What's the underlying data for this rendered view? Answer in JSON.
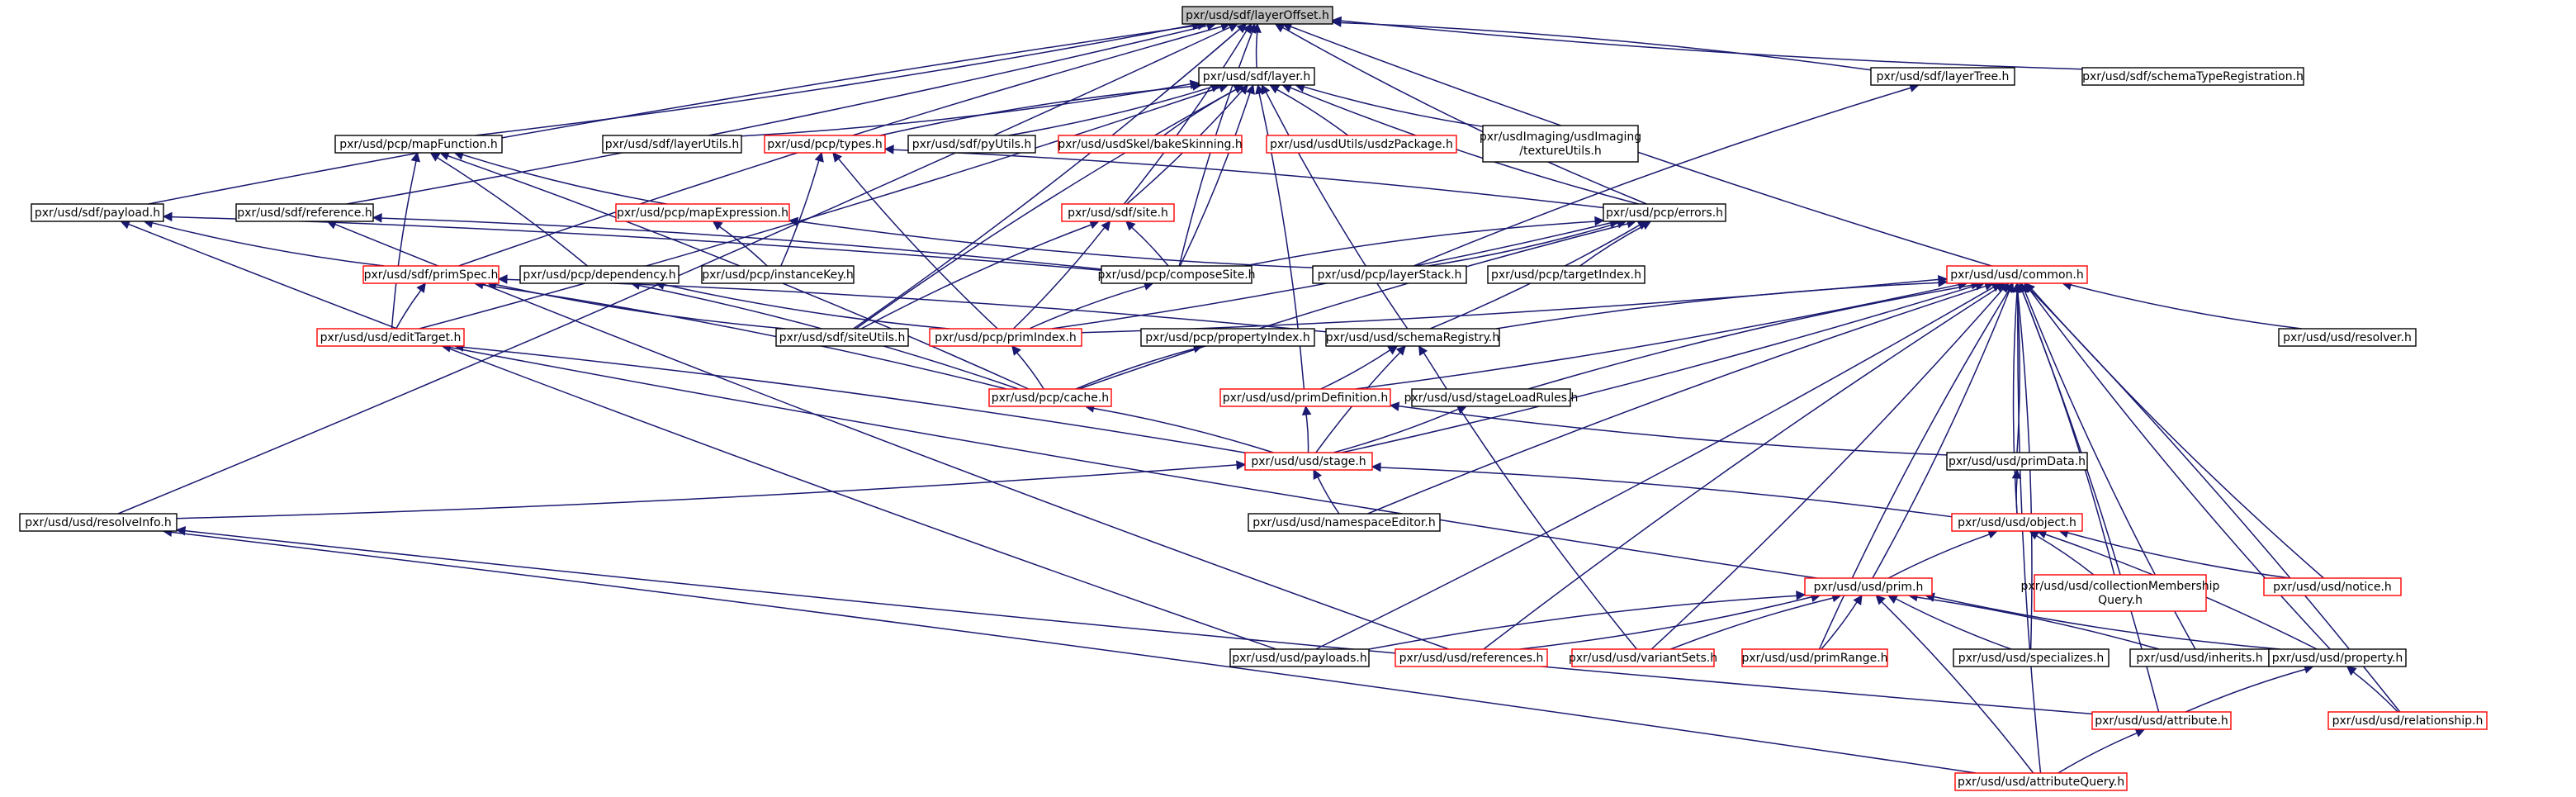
{
  "nodes": [
    {
      "id": "layerOffset",
      "lines": [
        "pxr/usd/sdf/layerOffset.h"
      ],
      "style": "root"
    },
    {
      "id": "layer",
      "lines": [
        "pxr/usd/sdf/layer.h"
      ],
      "style": "black"
    },
    {
      "id": "layerTree",
      "lines": [
        "pxr/usd/sdf/layerTree.h"
      ],
      "style": "black"
    },
    {
      "id": "schemaTypeReg",
      "lines": [
        "pxr/usd/sdf/schemaTypeRegistration.h"
      ],
      "style": "black"
    },
    {
      "id": "mapFunction",
      "lines": [
        "pxr/usd/pcp/mapFunction.h"
      ],
      "style": "black"
    },
    {
      "id": "layerUtils",
      "lines": [
        "pxr/usd/sdf/layerUtils.h"
      ],
      "style": "black"
    },
    {
      "id": "pcpTypes",
      "lines": [
        "pxr/usd/pcp/types.h"
      ],
      "style": "red"
    },
    {
      "id": "pyUtils",
      "lines": [
        "pxr/usd/sdf/pyUtils.h"
      ],
      "style": "black"
    },
    {
      "id": "bakeSkinning",
      "lines": [
        "pxr/usd/usdSkel/bakeSkinning.h"
      ],
      "style": "red"
    },
    {
      "id": "usdzPackage",
      "lines": [
        "pxr/usd/usdUtils/usdzPackage.h"
      ],
      "style": "red"
    },
    {
      "id": "textureUtils",
      "lines": [
        "pxr/usdImaging/usdImaging",
        "/textureUtils.h"
      ],
      "style": "black"
    },
    {
      "id": "payload",
      "lines": [
        "pxr/usd/sdf/payload.h"
      ],
      "style": "black"
    },
    {
      "id": "reference",
      "lines": [
        "pxr/usd/sdf/reference.h"
      ],
      "style": "black"
    },
    {
      "id": "mapExpression",
      "lines": [
        "pxr/usd/pcp/mapExpression.h"
      ],
      "style": "red"
    },
    {
      "id": "site",
      "lines": [
        "pxr/usd/sdf/site.h"
      ],
      "style": "red"
    },
    {
      "id": "errors",
      "lines": [
        "pxr/usd/pcp/errors.h"
      ],
      "style": "black"
    },
    {
      "id": "primSpec",
      "lines": [
        "pxr/usd/sdf/primSpec.h"
      ],
      "style": "red"
    },
    {
      "id": "instanceKey",
      "lines": [
        "pxr/usd/pcp/instanceKey.h"
      ],
      "style": "black"
    },
    {
      "id": "composeSite",
      "lines": [
        "pxr/usd/pcp/composeSite.h"
      ],
      "style": "black"
    },
    {
      "id": "layerStack",
      "lines": [
        "pxr/usd/pcp/layerStack.h"
      ],
      "style": "black"
    },
    {
      "id": "targetIndex",
      "lines": [
        "pxr/usd/pcp/targetIndex.h"
      ],
      "style": "black"
    },
    {
      "id": "common",
      "lines": [
        "pxr/usd/usd/common.h"
      ],
      "style": "red"
    },
    {
      "id": "dependency",
      "lines": [
        "pxr/usd/pcp/dependency.h"
      ],
      "style": "black"
    },
    {
      "id": "editTarget",
      "lines": [
        "pxr/usd/usd/editTarget.h"
      ],
      "style": "red"
    },
    {
      "id": "siteUtils",
      "lines": [
        "pxr/usd/sdf/siteUtils.h"
      ],
      "style": "black"
    },
    {
      "id": "primIndex",
      "lines": [
        "pxr/usd/pcp/primIndex.h"
      ],
      "style": "red"
    },
    {
      "id": "propertyIndex",
      "lines": [
        "pxr/usd/pcp/propertyIndex.h"
      ],
      "style": "black"
    },
    {
      "id": "schemaRegistry",
      "lines": [
        "pxr/usd/usd/schemaRegistry.h"
      ],
      "style": "black"
    },
    {
      "id": "resolver",
      "lines": [
        "pxr/usd/usd/resolver.h"
      ],
      "style": "black"
    },
    {
      "id": "cache",
      "lines": [
        "pxr/usd/pcp/cache.h"
      ],
      "style": "red"
    },
    {
      "id": "primDefinition",
      "lines": [
        "pxr/usd/usd/primDefinition.h"
      ],
      "style": "red"
    },
    {
      "id": "stageLoadRules",
      "lines": [
        "pxr/usd/usd/stageLoadRules.h"
      ],
      "style": "black"
    },
    {
      "id": "primData",
      "lines": [
        "pxr/usd/usd/primData.h"
      ],
      "style": "black"
    },
    {
      "id": "stage",
      "lines": [
        "pxr/usd/usd/stage.h"
      ],
      "style": "red"
    },
    {
      "id": "resolveInfo",
      "lines": [
        "pxr/usd/usd/resolveInfo.h"
      ],
      "style": "black"
    },
    {
      "id": "namespaceEditor",
      "lines": [
        "pxr/usd/usd/namespaceEditor.h"
      ],
      "style": "black"
    },
    {
      "id": "object",
      "lines": [
        "pxr/usd/usd/object.h"
      ],
      "style": "red"
    },
    {
      "id": "collectionMembershipQuery",
      "lines": [
        "pxr/usd/usd/collectionMembership",
        "Query.h"
      ],
      "style": "red"
    },
    {
      "id": "notice",
      "lines": [
        "pxr/usd/usd/notice.h"
      ],
      "style": "red"
    },
    {
      "id": "prim",
      "lines": [
        "pxr/usd/usd/prim.h"
      ],
      "style": "red"
    },
    {
      "id": "payloads",
      "lines": [
        "pxr/usd/usd/payloads.h"
      ],
      "style": "black"
    },
    {
      "id": "references",
      "lines": [
        "pxr/usd/usd/references.h"
      ],
      "style": "red"
    },
    {
      "id": "variantSets",
      "lines": [
        "pxr/usd/usd/variantSets.h"
      ],
      "style": "red"
    },
    {
      "id": "primRange",
      "lines": [
        "pxr/usd/usd/primRange.h"
      ],
      "style": "red"
    },
    {
      "id": "specializes",
      "lines": [
        "pxr/usd/usd/specializes.h"
      ],
      "style": "black"
    },
    {
      "id": "inherits",
      "lines": [
        "pxr/usd/usd/inherits.h"
      ],
      "style": "black"
    },
    {
      "id": "property",
      "lines": [
        "pxr/usd/usd/property.h"
      ],
      "style": "black"
    },
    {
      "id": "attribute",
      "lines": [
        "pxr/usd/usd/attribute.h"
      ],
      "style": "red"
    },
    {
      "id": "relationship",
      "lines": [
        "pxr/usd/usd/relationship.h"
      ],
      "style": "red"
    },
    {
      "id": "attributeQuery",
      "lines": [
        "pxr/usd/usd/attributeQuery.h"
      ],
      "style": "red"
    }
  ],
  "edges": [
    [
      "layer",
      "layerOffset"
    ],
    [
      "layerTree",
      "layerOffset"
    ],
    [
      "schemaTypeReg",
      "layerOffset"
    ],
    [
      "mapFunction",
      "layerOffset"
    ],
    [
      "payload",
      "layerOffset"
    ],
    [
      "reference",
      "layerOffset"
    ],
    [
      "common",
      "layerOffset"
    ],
    [
      "resolveInfo",
      "layerOffset"
    ],
    [
      "errors",
      "layerOffset"
    ],
    [
      "site",
      "layerOffset"
    ],
    [
      "composeSite",
      "layerOffset"
    ],
    [
      "siteUtils",
      "layerOffset"
    ],
    [
      "primSpec",
      "layerOffset"
    ],
    [
      "layerUtils",
      "layer"
    ],
    [
      "pcpTypes",
      "layer"
    ],
    [
      "pyUtils",
      "layer"
    ],
    [
      "bakeSkinning",
      "layer"
    ],
    [
      "usdzPackage",
      "layer"
    ],
    [
      "textureUtils",
      "layer"
    ],
    [
      "site",
      "layer"
    ],
    [
      "errors",
      "layer"
    ],
    [
      "composeSite",
      "layer"
    ],
    [
      "siteUtils",
      "layer"
    ],
    [
      "editTarget",
      "layer"
    ],
    [
      "schemaRegistry",
      "layer"
    ],
    [
      "primDefinition",
      "layer"
    ],
    [
      "layerStack",
      "layerTree"
    ],
    [
      "dependency",
      "mapFunction"
    ],
    [
      "editTarget",
      "mapFunction"
    ],
    [
      "cache",
      "mapFunction"
    ],
    [
      "mapExpression",
      "mapFunction"
    ],
    [
      "instanceKey",
      "pcpTypes"
    ],
    [
      "primIndex",
      "pcpTypes"
    ],
    [
      "errors",
      "pcpTypes"
    ],
    [
      "primSpec",
      "payload"
    ],
    [
      "composeSite",
      "payload"
    ],
    [
      "payloads",
      "payload"
    ],
    [
      "composeSite",
      "reference"
    ],
    [
      "references",
      "reference"
    ],
    [
      "instanceKey",
      "mapExpression"
    ],
    [
      "layerStack",
      "mapExpression"
    ],
    [
      "composeSite",
      "site"
    ],
    [
      "siteUtils",
      "site"
    ],
    [
      "primIndex",
      "site"
    ],
    [
      "composeSite",
      "errors"
    ],
    [
      "layerStack",
      "errors"
    ],
    [
      "targetIndex",
      "errors"
    ],
    [
      "primIndex",
      "errors"
    ],
    [
      "cache",
      "errors"
    ],
    [
      "schemaRegistry",
      "errors"
    ],
    [
      "editTarget",
      "primSpec"
    ],
    [
      "cache",
      "primSpec"
    ],
    [
      "siteUtils",
      "primSpec"
    ],
    [
      "schemaRegistry",
      "primSpec"
    ],
    [
      "primIndex",
      "composeSite"
    ],
    [
      "cache",
      "dependency"
    ],
    [
      "primIndex",
      "dependency"
    ],
    [
      "cache",
      "primIndex"
    ],
    [
      "cache",
      "propertyIndex"
    ],
    [
      "stage",
      "editTarget"
    ],
    [
      "prim",
      "editTarget"
    ],
    [
      "stage",
      "cache"
    ],
    [
      "stage",
      "schemaRegistry"
    ],
    [
      "primDefinition",
      "schemaRegistry"
    ],
    [
      "variantSets",
      "schemaRegistry"
    ],
    [
      "stage",
      "primDefinition"
    ],
    [
      "primData",
      "primDefinition"
    ],
    [
      "stage",
      "stageLoadRules"
    ],
    [
      "object",
      "primData"
    ],
    [
      "resolveInfo",
      "stage"
    ],
    [
      "namespaceEditor",
      "stage"
    ],
    [
      "object",
      "stage"
    ],
    [
      "attribute",
      "resolveInfo"
    ],
    [
      "attributeQuery",
      "resolveInfo"
    ],
    [
      "resolver",
      "common"
    ],
    [
      "primData",
      "common"
    ],
    [
      "object",
      "common"
    ],
    [
      "collectionMembershipQuery",
      "common"
    ],
    [
      "notice",
      "common"
    ],
    [
      "prim",
      "common"
    ],
    [
      "property",
      "common"
    ],
    [
      "relationship",
      "common"
    ],
    [
      "attributeQuery",
      "common"
    ],
    [
      "attribute",
      "common"
    ],
    [
      "inherits",
      "common"
    ],
    [
      "specializes",
      "common"
    ],
    [
      "primRange",
      "common"
    ],
    [
      "variantSets",
      "common"
    ],
    [
      "references",
      "common"
    ],
    [
      "payloads",
      "common"
    ],
    [
      "namespaceEditor",
      "common"
    ],
    [
      "stage",
      "common"
    ],
    [
      "stageLoadRules",
      "common"
    ],
    [
      "primDefinition",
      "common"
    ],
    [
      "schemaRegistry",
      "common"
    ],
    [
      "primIndex",
      "common"
    ],
    [
      "prim",
      "object"
    ],
    [
      "collectionMembershipQuery",
      "object"
    ],
    [
      "notice",
      "object"
    ],
    [
      "property",
      "object"
    ],
    [
      "payloads",
      "prim"
    ],
    [
      "references",
      "prim"
    ],
    [
      "variantSets",
      "prim"
    ],
    [
      "primRange",
      "prim"
    ],
    [
      "specializes",
      "prim"
    ],
    [
      "inherits",
      "prim"
    ],
    [
      "property",
      "prim"
    ],
    [
      "attributeQuery",
      "prim"
    ],
    [
      "attribute",
      "property"
    ],
    [
      "relationship",
      "property"
    ],
    [
      "attributeQuery",
      "attribute"
    ]
  ]
}
